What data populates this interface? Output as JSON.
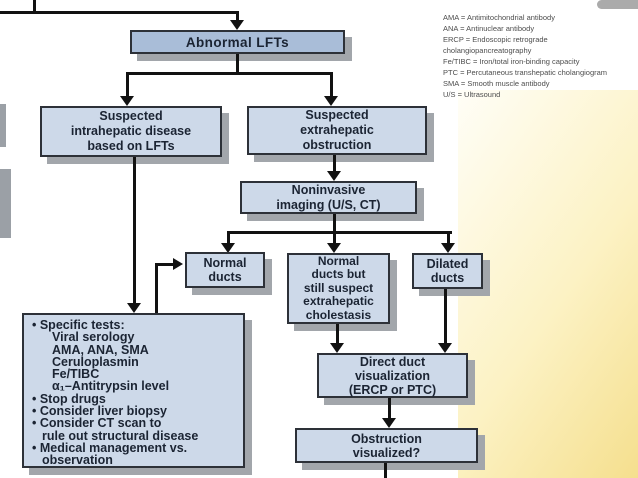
{
  "palette": {
    "node_fill": "#cdd9e9",
    "header_fill": "#a9bdd8",
    "node_border": "#2d3138",
    "node_shadow": "#a2a6ab",
    "connector": "#121212",
    "panel_yellow_light": "#fffef7",
    "panel_yellow_deep": "#f5df8e",
    "node_text": "#1b2433",
    "legend_text": "#4d4d4d"
  },
  "legend": {
    "items": [
      "AMA = Antimitochondrial antibody",
      "ANA = Antinuclear antibody",
      "ERCP = Endoscopic retrograde cholangiopancreatography",
      "Fe/TIBC = Iron/total iron-binding capacity",
      "PTC = Percutaneous transhepatic cholangiogram",
      "SMA = Smooth muscle antibody",
      "U/S = Ultrasound"
    ]
  },
  "nodes": {
    "abnormal": "Abnormal LFTs",
    "intrahepatic": "Suspected\nintrahepatic disease\nbased on LFTs",
    "extrahepatic": "Suspected\nextrahepatic\nobstruction",
    "noninvasive": "Noninvasive\nimaging (U/S, CT)",
    "normal_ducts": "Normal\nducts",
    "normal_ducts_suspect": "Normal\nducts but\nstill suspect\nextrahepatic\ncholestasis",
    "dilated_ducts": "Dilated\nducts",
    "direct_duct": "Direct duct\nvisualization\n(ERCP or PTC)",
    "obstruction": "Obstruction\nvisualized?"
  },
  "workup": {
    "lines": [
      "• Specific tests:",
      "Viral serology",
      "AMA, ANA, SMA",
      "Ceruloplasmin",
      "Fe/TIBC",
      "α₁–Antitrypsin level",
      "• Stop drugs",
      "• Consider liver biopsy",
      "• Consider CT scan to",
      "rule out structural disease",
      "• Medical management vs.",
      "observation"
    ]
  }
}
